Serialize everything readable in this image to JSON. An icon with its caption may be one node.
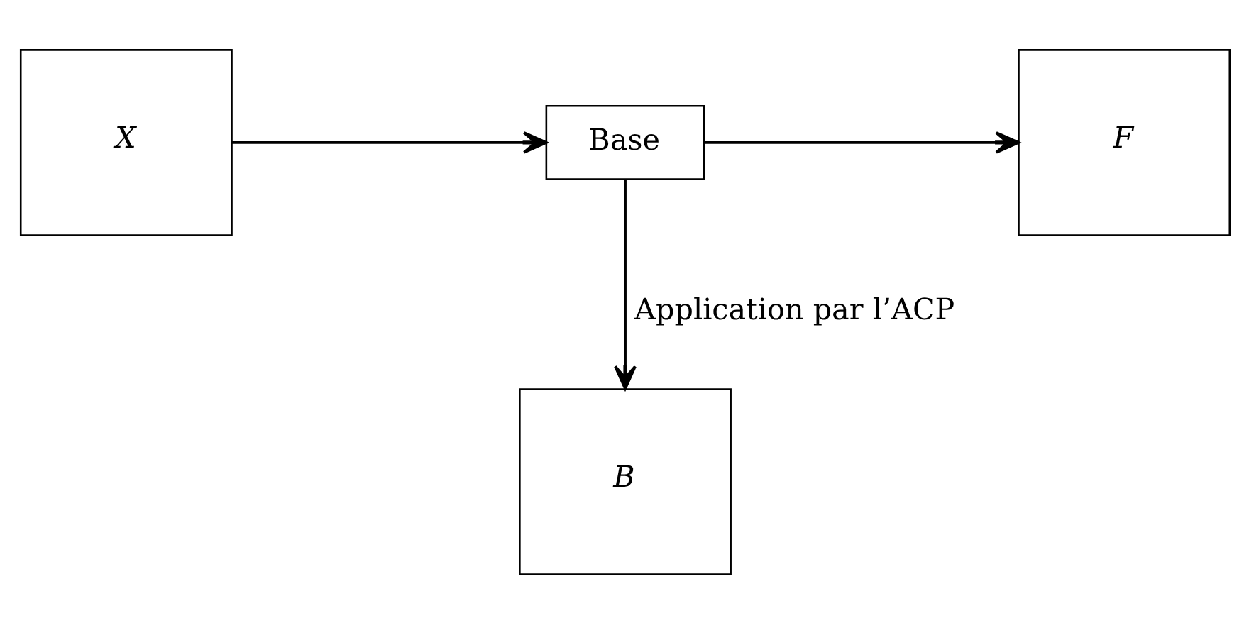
{
  "diagram": {
    "nodes": [
      {
        "text": [
          "X"
        ]
      },
      {
        "text": [
          "Base"
        ]
      },
      {
        "text": [
          "F"
        ]
      },
      {
        "text": [
          "B"
        ]
      }
    ],
    "edges": [
      {
        "from": 0,
        "to": 1,
        "arrow": "to"
      },
      {
        "from": 1,
        "to": 2,
        "arrow": "to"
      },
      {
        "from": 1,
        "to": 3,
        "arrow": "to",
        "label": "Application par l’ACP"
      }
    ]
  }
}
